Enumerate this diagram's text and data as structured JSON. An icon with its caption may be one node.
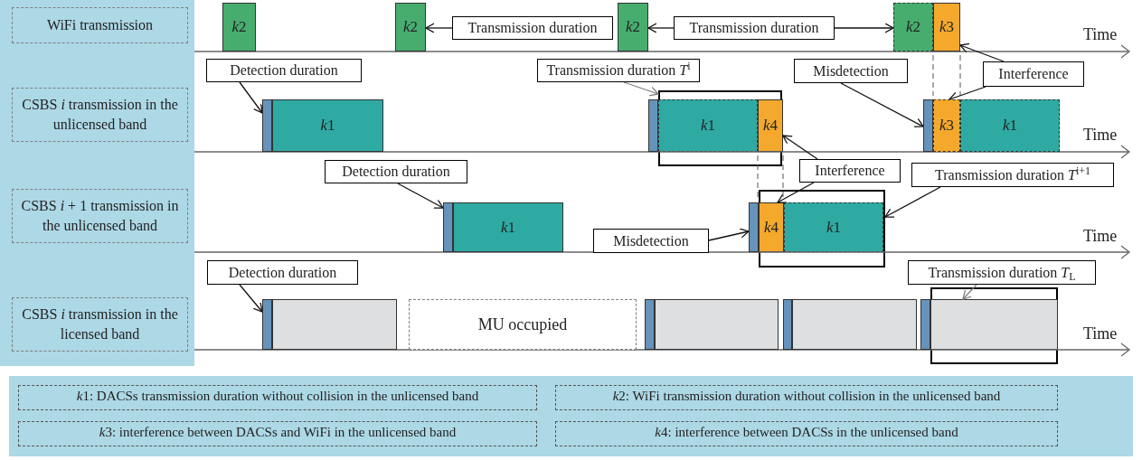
{
  "diagram": {
    "nodes": [
      {
        "text": [
          "WiFi transmission"
        ]
      },
      {
        "text": [
          "CSBS *i* transmission in the unlicensed band"
        ]
      },
      {
        "text": [
          "CSBS *i* + 1 transmission in the unlicensed band"
        ]
      },
      {
        "text": [
          "CSBS *i* transmission in the licensed band"
        ]
      },
      {
        "text": [
          "k2"
        ]
      },
      {
        "text": [
          "k2"
        ]
      },
      {
        "text": [
          "k2"
        ]
      },
      {
        "text": [
          "k2"
        ]
      },
      {
        "text": [
          "k3"
        ]
      },
      {
        "text": [
          "Transmission duration"
        ]
      },
      {
        "text": [
          "Transmission duration"
        ]
      },
      {
        "text": [
          "Interference"
        ]
      },
      {
        "text": [],
        "shape": "bar"
      },
      {
        "text": [
          "k1"
        ]
      },
      {
        "text": [
          "Detection duration"
        ]
      },
      {
        "text": [],
        "shape": "bar"
      },
      {
        "text": [
          "k1"
        ],
        "in": 19
      },
      {
        "text": [
          "k4"
        ],
        "in": 19
      },
      {
        "text": [
          "Transmission duration *T*$^{i}$"
        ]
      },
      {
        "text": [],
        "shape": "box"
      },
      {
        "text": [],
        "shape": "bar"
      },
      {
        "text": [
          "k3"
        ]
      },
      {
        "text": [
          "k1"
        ]
      },
      {
        "text": [
          "Misdetection"
        ]
      },
      {
        "text": [
          "Interference"
        ]
      },
      {
        "text": [
          "Detection duration"
        ]
      },
      {
        "text": [],
        "shape": "bar"
      },
      {
        "text": [
          "k1"
        ]
      },
      {
        "text": [],
        "shape": "bar"
      },
      {
        "text": [
          "k4"
        ],
        "in": 31
      },
      {
        "text": [
          "k1"
        ],
        "in": 31
      },
      {
        "text": [],
        "shape": "box"
      },
      {
        "text": [
          "Transmission duration *T*$^{i+1}$"
        ]
      },
      {
        "text": [
          "Misdetection"
        ]
      },
      {
        "text": [
          "Detection duration"
        ]
      },
      {
        "text": [],
        "shape": "bar"
      },
      {
        "text": [],
        "shape": "box"
      },
      {
        "text": [
          "MU occupied"
        ]
      },
      {
        "text": [],
        "shape": "bar"
      },
      {
        "text": [],
        "shape": "box"
      },
      {
        "text": [],
        "shape": "bar"
      },
      {
        "text": [],
        "shape": "box"
      },
      {
        "text": [],
        "shape": "bar"
      },
      {
        "text": [],
        "shape": "box",
        "in": 44
      },
      {
        "text": [],
        "shape": "box"
      },
      {
        "text": [
          "Transmission duration *T*$_{L}$"
        ]
      },
      {
        "text": [
          "k1: DACSs transmission duration without collision in the unlicensed band"
        ]
      },
      {
        "text": [
          "k2: WiFi transmission duration without collision in the unlicensed band"
        ]
      },
      {
        "text": [
          "k3: interference between DACSs and WiFi in the unlicensed band"
        ]
      },
      {
        "text": [
          "k4: interference between DACSs in the unlicensed band"
        ]
      }
    ],
    "edges": [
      {
        "from": 9,
        "to": 5,
        "arrow": "to"
      },
      {
        "from": 10,
        "to": 6,
        "arrow": "to"
      },
      {
        "from": 10,
        "to": 7,
        "arrow": "to"
      },
      {
        "from": 11,
        "to": 8,
        "arrow": "to"
      },
      {
        "from": 11,
        "to": 21,
        "arrow": "to"
      },
      {
        "from": 14,
        "to": 12,
        "arrow": "to"
      },
      {
        "from": 18,
        "to": 19,
        "arrow": "to",
        "color": "#7f7f7f"
      },
      {
        "from": 23,
        "to": 20,
        "arrow": "to"
      },
      {
        "from": 24,
        "to": 17,
        "arrow": "to"
      },
      {
        "from": 24,
        "to": 29,
        "arrow": "to"
      },
      {
        "from": 25,
        "to": 26,
        "arrow": "to"
      },
      {
        "from": 32,
        "to": 31,
        "arrow": "to"
      },
      {
        "from": 33,
        "to": 28,
        "arrow": "to"
      },
      {
        "from": 34,
        "to": 35,
        "arrow": "to"
      },
      {
        "from": 45,
        "to": 43,
        "arrow": "to",
        "color": "#7f7f7f"
      }
    ],
    "labels": [
      "Time",
      "Time",
      "Time",
      "Time"
    ]
  }
}
